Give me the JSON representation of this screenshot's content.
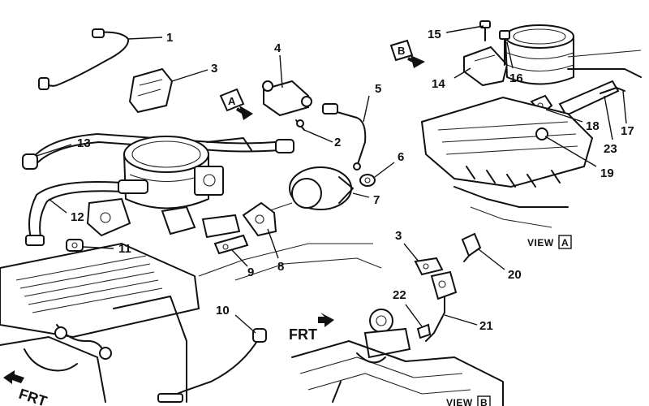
{
  "callouts": {
    "c1": "1",
    "c2": "2",
    "c3a": "3",
    "c3b": "3",
    "c4": "4",
    "c5": "5",
    "c6": "6",
    "c7": "7",
    "c8": "8",
    "c9": "9",
    "c10": "10",
    "c11": "11",
    "c12": "12",
    "c13": "13",
    "c14": "14",
    "c15": "15",
    "c16": "16",
    "c17": "17",
    "c18": "18",
    "c19": "19",
    "c20": "20",
    "c21": "21",
    "c22": "22",
    "c23": "23"
  },
  "view_markers": {
    "a_letter": "A",
    "b_letter": "B"
  },
  "view_labels": {
    "view_a_word": "VIEW",
    "view_a_letter": "A",
    "view_b_word": "VIEW",
    "view_b_letter": "B"
  },
  "direction": {
    "frt_bottom_left": "FRT",
    "frt_lower_right": "FRT"
  }
}
